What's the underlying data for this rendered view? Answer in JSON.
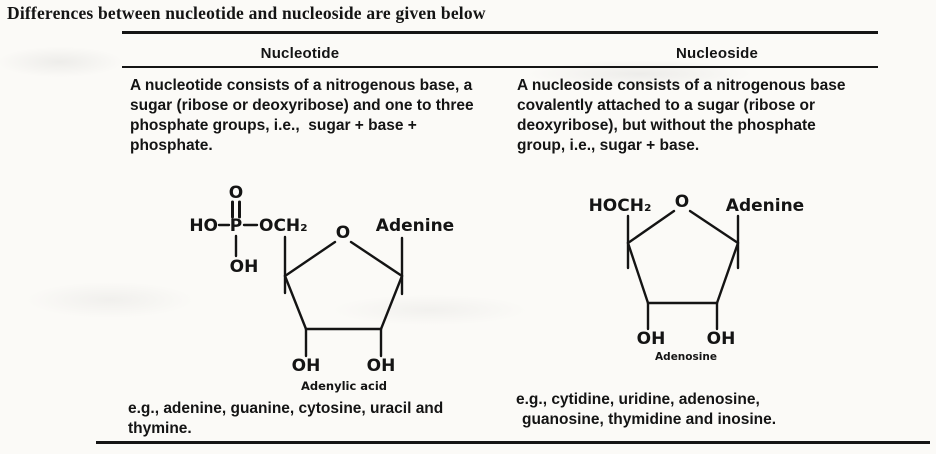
{
  "page": {
    "title": "Differences between nucleotide and nucleoside are given below"
  },
  "table": {
    "headers": {
      "left": "Nucleotide",
      "right": "Nucleoside"
    },
    "nucleotide": {
      "description_lines": [
        "A nucleotide consists of a nitrogenous base, a",
        "sugar (ribose or deoxyribose) and one to three",
        "phosphate groups, i.e.,  sugar + base +",
        "phosphate."
      ],
      "examples_lines": [
        "e.g., adenine, guanine, cytosine, uracil and",
        "thymine."
      ]
    },
    "nucleoside": {
      "description_lines": [
        "A nucleoside consists of a nitrogenous base",
        "covalently attached to a sugar (ribose or",
        "deoxyribose), but without the phosphate",
        "group, i.e., sugar + base."
      ],
      "examples_lines": [
        "e.g., cytidine, uridine, adenosine,",
        "guanosine, thymidine and inosine."
      ]
    }
  },
  "structures": {
    "adenylic_acid": {
      "phosphate_oxygen": "O",
      "ho": "HO",
      "p": "P",
      "och2": "OCH₂",
      "oh_below_p": "OH",
      "ring_oxygen": "O",
      "base": "Adenine",
      "oh_left": "OH",
      "oh_right": "OH",
      "caption": "Adenylic acid"
    },
    "adenosine": {
      "hoch2": "HOCH₂",
      "ring_oxygen": "O",
      "base": "Adenine",
      "oh_left": "OH",
      "oh_right": "OH",
      "caption": "Adenosine"
    }
  },
  "colors": {
    "ink": "#141414",
    "paper": "#fbfaf7"
  }
}
